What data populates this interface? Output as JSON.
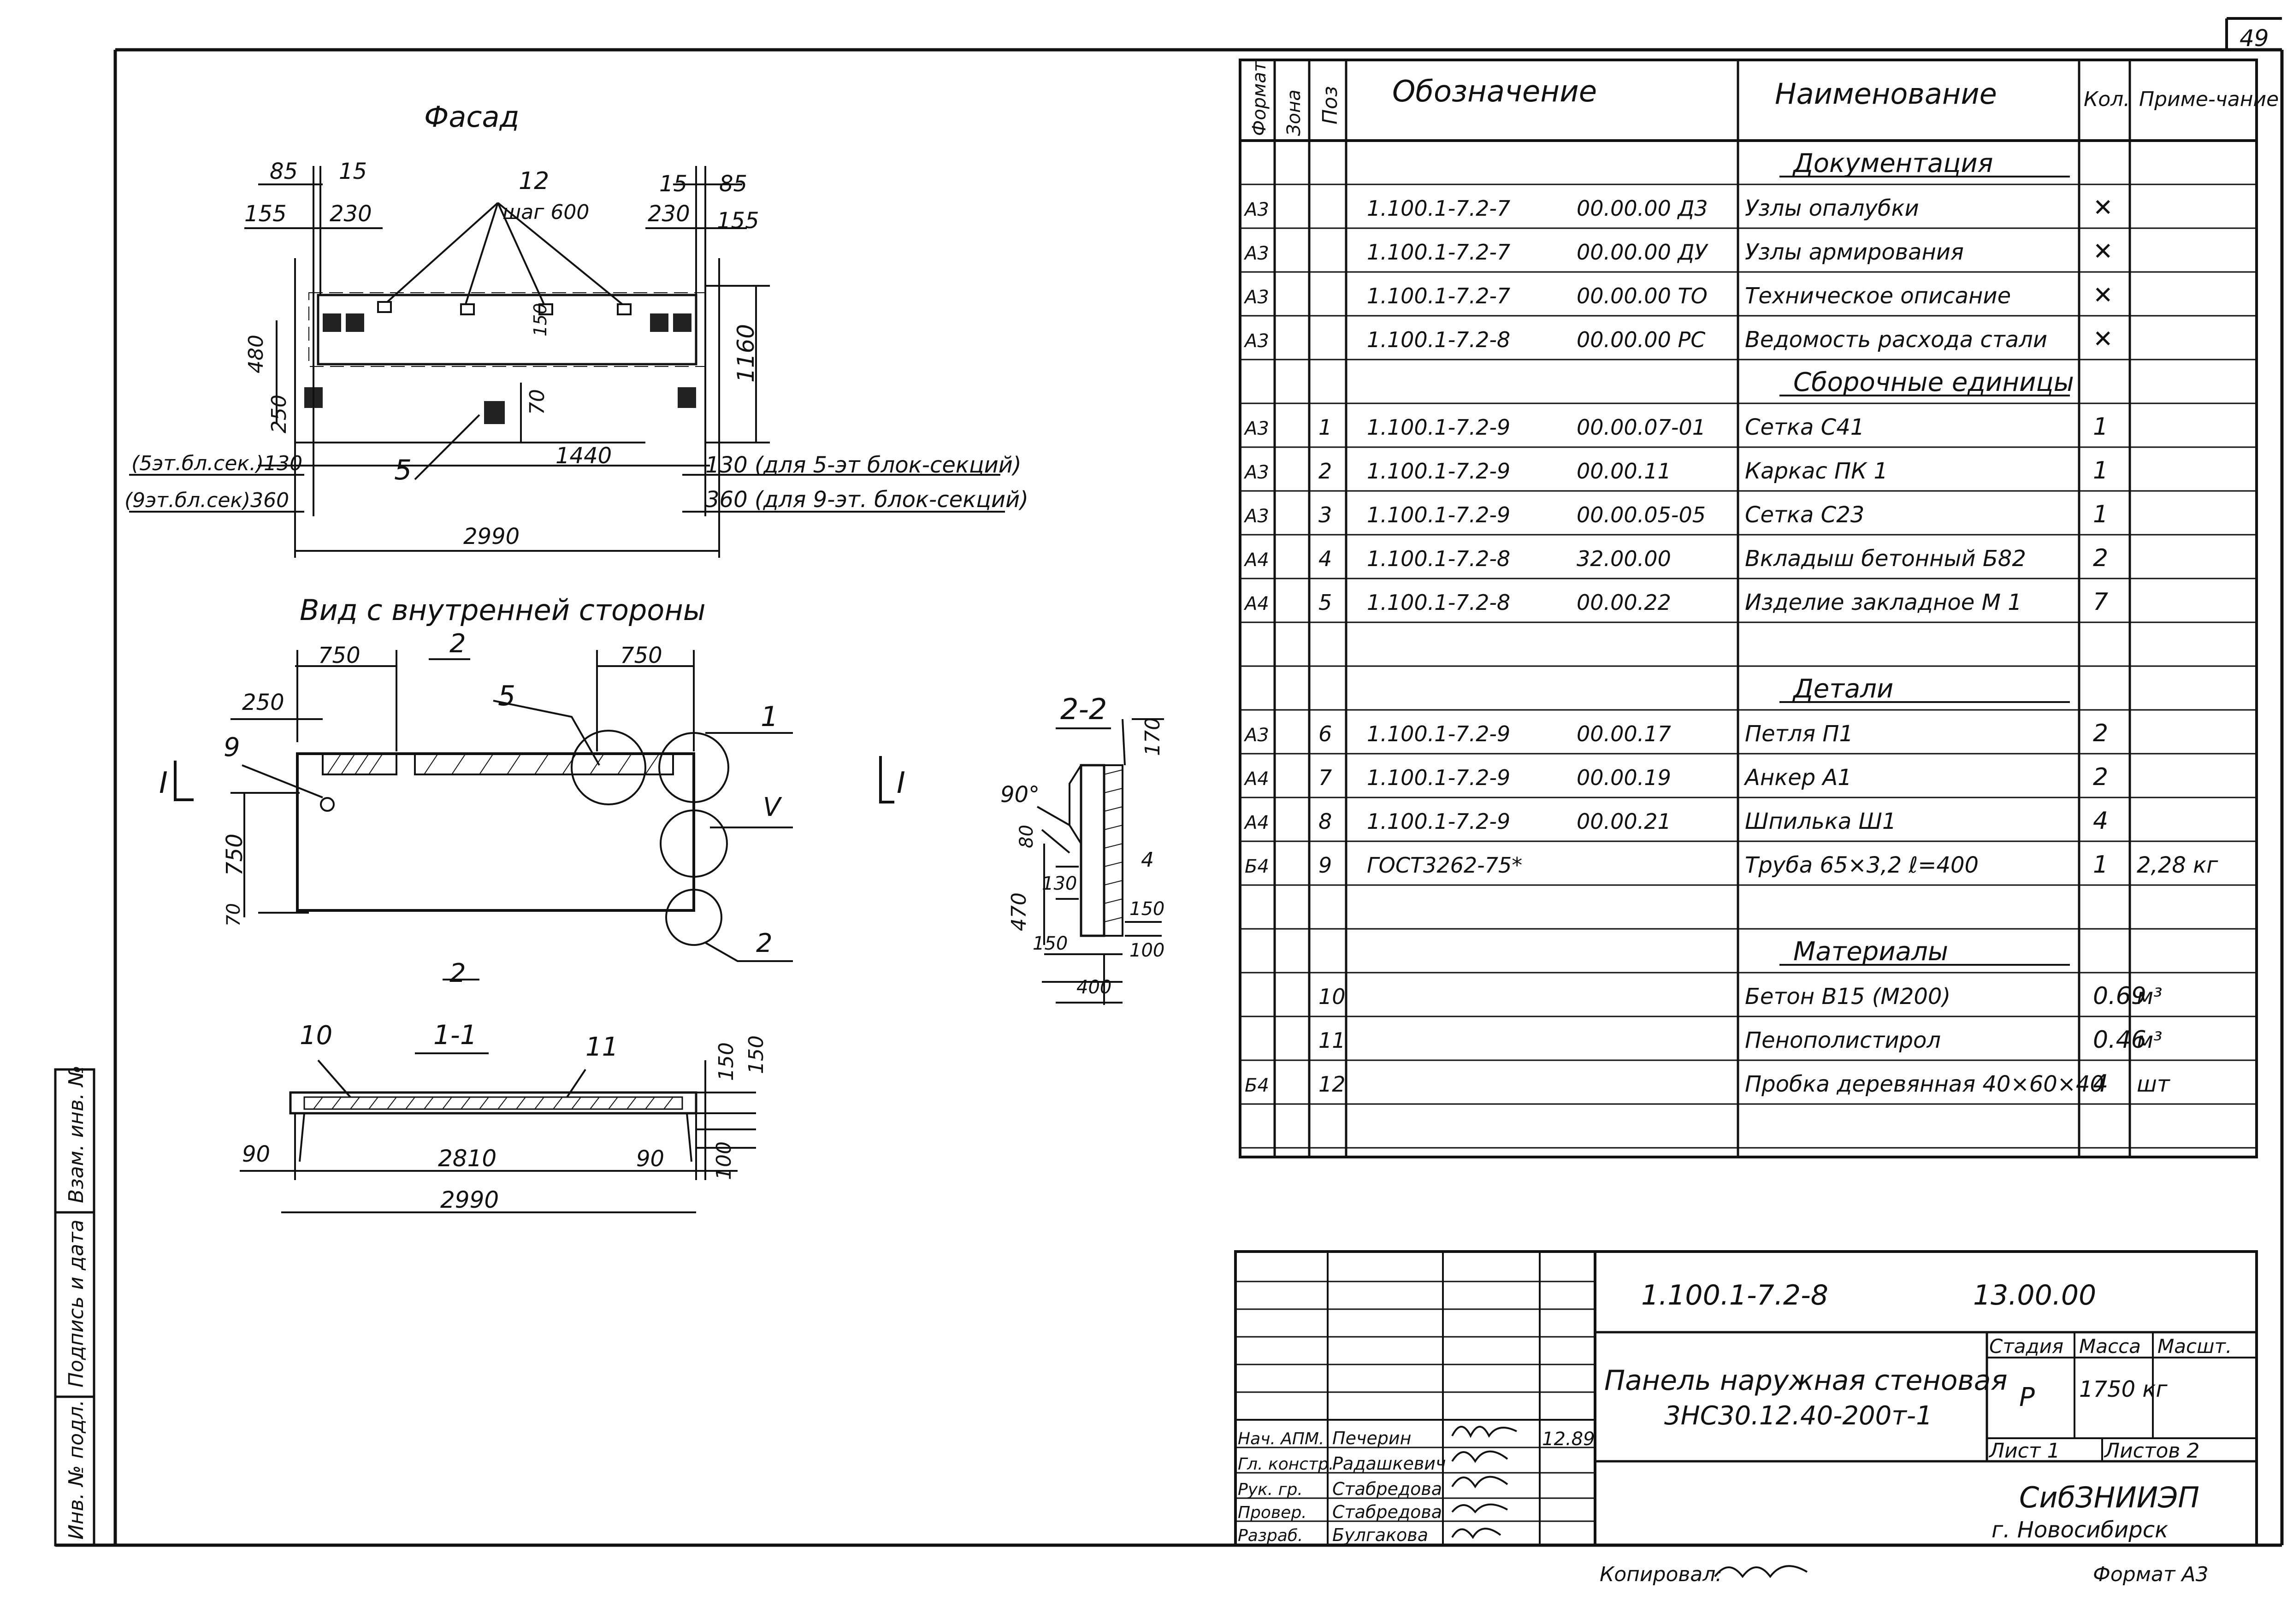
{
  "sheet_number": "49",
  "views": {
    "facade_title": "Фасад",
    "inner_view_title": "Вид с внутренней стороны",
    "section_1_1": "1-1",
    "section_2_2": "2-2"
  },
  "facade_dims": {
    "d85_left": "85",
    "d15_left": "15",
    "d155_left": "155",
    "d230_left": "230",
    "d12": "12",
    "shag": "шаг 600",
    "d15_right": "15",
    "d85_right": "85",
    "d230_right": "230",
    "d155_right": "155",
    "d150": "150",
    "d480": "480",
    "d250": "250",
    "d70": "70",
    "d1160": "1160",
    "note_5et": "(5эт.бл.сек.)130",
    "note_9et": "(9эт.бл.сек)360",
    "d5": "5",
    "d1440": "1440",
    "note_130": "130 (для 5-эт блок-секций)",
    "note_360": "360 (для 9-эт. блок-секций)",
    "d2990": "2990"
  },
  "inner_dims": {
    "d750_a": "750",
    "d2_top": "2",
    "d750_b": "750",
    "d250": "250",
    "d5": "5",
    "d1_right": "1",
    "d9": "9",
    "d1_left": "I",
    "dV": "V",
    "d1_mark": "I",
    "d750_v": "750",
    "d70": "70",
    "d2_bottom": "2",
    "d2_call": "2"
  },
  "section_1_1_dims": {
    "d10": "10",
    "d11": "11",
    "d150_a": "150",
    "d150_b": "150",
    "d90_left": "90",
    "d2810": "2810",
    "d90_right": "90",
    "d100": "100",
    "d2990": "2990"
  },
  "section_2_2_dims": {
    "d170": "170",
    "d90deg": "90°",
    "d80": "80",
    "d130": "130",
    "d470": "470",
    "d4": "4",
    "d150_a": "150",
    "d150_b": "150",
    "d100": "100",
    "d400": "400"
  },
  "spec": {
    "headers": {
      "format": "Формат",
      "zone": "Зона",
      "pos": "Поз",
      "designation": "Обозначение",
      "name": "Наименование",
      "qty": "Кол.",
      "note": "Приме-чание"
    },
    "rows": [
      {
        "f": "",
        "z": "",
        "p": "",
        "d1": "",
        "d2": "",
        "n": "Документация",
        "q": "",
        "r": "",
        "heading": true
      },
      {
        "f": "А3",
        "z": "",
        "p": "",
        "d1": "1.100.1-7.2-7",
        "d2": "00.00.00 Д3",
        "n": "Узлы опалубки",
        "q": "✕",
        "r": ""
      },
      {
        "f": "А3",
        "z": "",
        "p": "",
        "d1": "1.100.1-7.2-7",
        "d2": "00.00.00 ДУ",
        "n": "Узлы армирования",
        "q": "✕",
        "r": ""
      },
      {
        "f": "А3",
        "z": "",
        "p": "",
        "d1": "1.100.1-7.2-7",
        "d2": "00.00.00 ТО",
        "n": "Техническое описание",
        "q": "✕",
        "r": ""
      },
      {
        "f": "А3",
        "z": "",
        "p": "",
        "d1": "1.100.1-7.2-8",
        "d2": "00.00.00 РС",
        "n": "Ведомость расхода стали",
        "q": "✕",
        "r": ""
      },
      {
        "f": "",
        "z": "",
        "p": "",
        "d1": "",
        "d2": "",
        "n": "Сборочные единицы",
        "q": "",
        "r": "",
        "heading": true
      },
      {
        "f": "А3",
        "z": "",
        "p": "1",
        "d1": "1.100.1-7.2-9",
        "d2": "00.00.07-01",
        "n": "Сетка С41",
        "q": "1",
        "r": ""
      },
      {
        "f": "А3",
        "z": "",
        "p": "2",
        "d1": "1.100.1-7.2-9",
        "d2": "00.00.11",
        "n": "Каркас ПК 1",
        "q": "1",
        "r": ""
      },
      {
        "f": "А3",
        "z": "",
        "p": "3",
        "d1": "1.100.1-7.2-9",
        "d2": "00.00.05-05",
        "n": "Сетка С23",
        "q": "1",
        "r": ""
      },
      {
        "f": "А4",
        "z": "",
        "p": "4",
        "d1": "1.100.1-7.2-8",
        "d2": "32.00.00",
        "n": "Вкладыш бетонный Б82",
        "q": "2",
        "r": ""
      },
      {
        "f": "А4",
        "z": "",
        "p": "5",
        "d1": "1.100.1-7.2-8",
        "d2": "00.00.22",
        "n": "Изделие закладное М 1",
        "q": "7",
        "r": ""
      },
      {
        "f": "",
        "z": "",
        "p": "",
        "d1": "",
        "d2": "",
        "n": "",
        "q": "",
        "r": ""
      },
      {
        "f": "",
        "z": "",
        "p": "",
        "d1": "",
        "d2": "",
        "n": "Детали",
        "q": "",
        "r": "",
        "heading": true
      },
      {
        "f": "А3",
        "z": "",
        "p": "6",
        "d1": "1.100.1-7.2-9",
        "d2": "00.00.17",
        "n": "Петля П1",
        "q": "2",
        "r": ""
      },
      {
        "f": "А4",
        "z": "",
        "p": "7",
        "d1": "1.100.1-7.2-9",
        "d2": "00.00.19",
        "n": "Анкер А1",
        "q": "2",
        "r": ""
      },
      {
        "f": "А4",
        "z": "",
        "p": "8",
        "d1": "1.100.1-7.2-9",
        "d2": "00.00.21",
        "n": "Шпилька Ш1",
        "q": "4",
        "r": ""
      },
      {
        "f": "Б4",
        "z": "",
        "p": "9",
        "d1": "ГОСТ3262-75*",
        "d2": "",
        "n": "Труба 65×3,2  ℓ=400",
        "q": "1",
        "r": "2,28 кг"
      },
      {
        "f": "",
        "z": "",
        "p": "",
        "d1": "",
        "d2": "",
        "n": "",
        "q": "",
        "r": ""
      },
      {
        "f": "",
        "z": "",
        "p": "",
        "d1": "",
        "d2": "",
        "n": "Материалы",
        "q": "",
        "r": "",
        "heading": true
      },
      {
        "f": "",
        "z": "",
        "p": "10",
        "d1": "",
        "d2": "",
        "n": "Бетон В15 (М200)",
        "q": "0.69",
        "r": "м³"
      },
      {
        "f": "",
        "z": "",
        "p": "11",
        "d1": "",
        "d2": "",
        "n": "Пенополистирол",
        "q": "0.46",
        "r": "м³"
      },
      {
        "f": "Б4",
        "z": "",
        "p": "12",
        "d1": "",
        "d2": "",
        "n": "Пробка деревянная 40×60×40",
        "q": "4",
        "r": "шт"
      },
      {
        "f": "",
        "z": "",
        "p": "",
        "d1": "",
        "d2": "",
        "n": "",
        "q": "",
        "r": ""
      }
    ]
  },
  "title_block": {
    "doc_code": "1.100.1-7.2-8",
    "doc_suffix": "13.00.00",
    "title_line1": "Панель наружная стеновая",
    "title_line2": "3НС30.12.40-200т-1",
    "stage_label": "Стадия",
    "mass_label": "Масса",
    "scale_label": "Масшт.",
    "stage": "Р",
    "mass": "1750 кг",
    "sheet_label": "Лист 1",
    "sheets_label": "Листов 2",
    "org_line1": "СибЗНИИЭП",
    "org_line2": "г. Новосибирск",
    "date": "12.89",
    "signers": [
      {
        "role": "Нач. АПМ.",
        "name": "Печерин"
      },
      {
        "role": "Гл. констр.",
        "name": "Радашкевич"
      },
      {
        "role": "Рук. гр.",
        "name": "Стабредова"
      },
      {
        "role": "Провер.",
        "name": "Стабредова"
      },
      {
        "role": "Разраб.",
        "name": "Булгакова"
      }
    ]
  },
  "side_stamp": [
    "Инв. № подл.",
    "Подпись и дата",
    "Взам. инв. №"
  ],
  "footer": {
    "copied": "Копировал:",
    "format": "Формат А3"
  }
}
